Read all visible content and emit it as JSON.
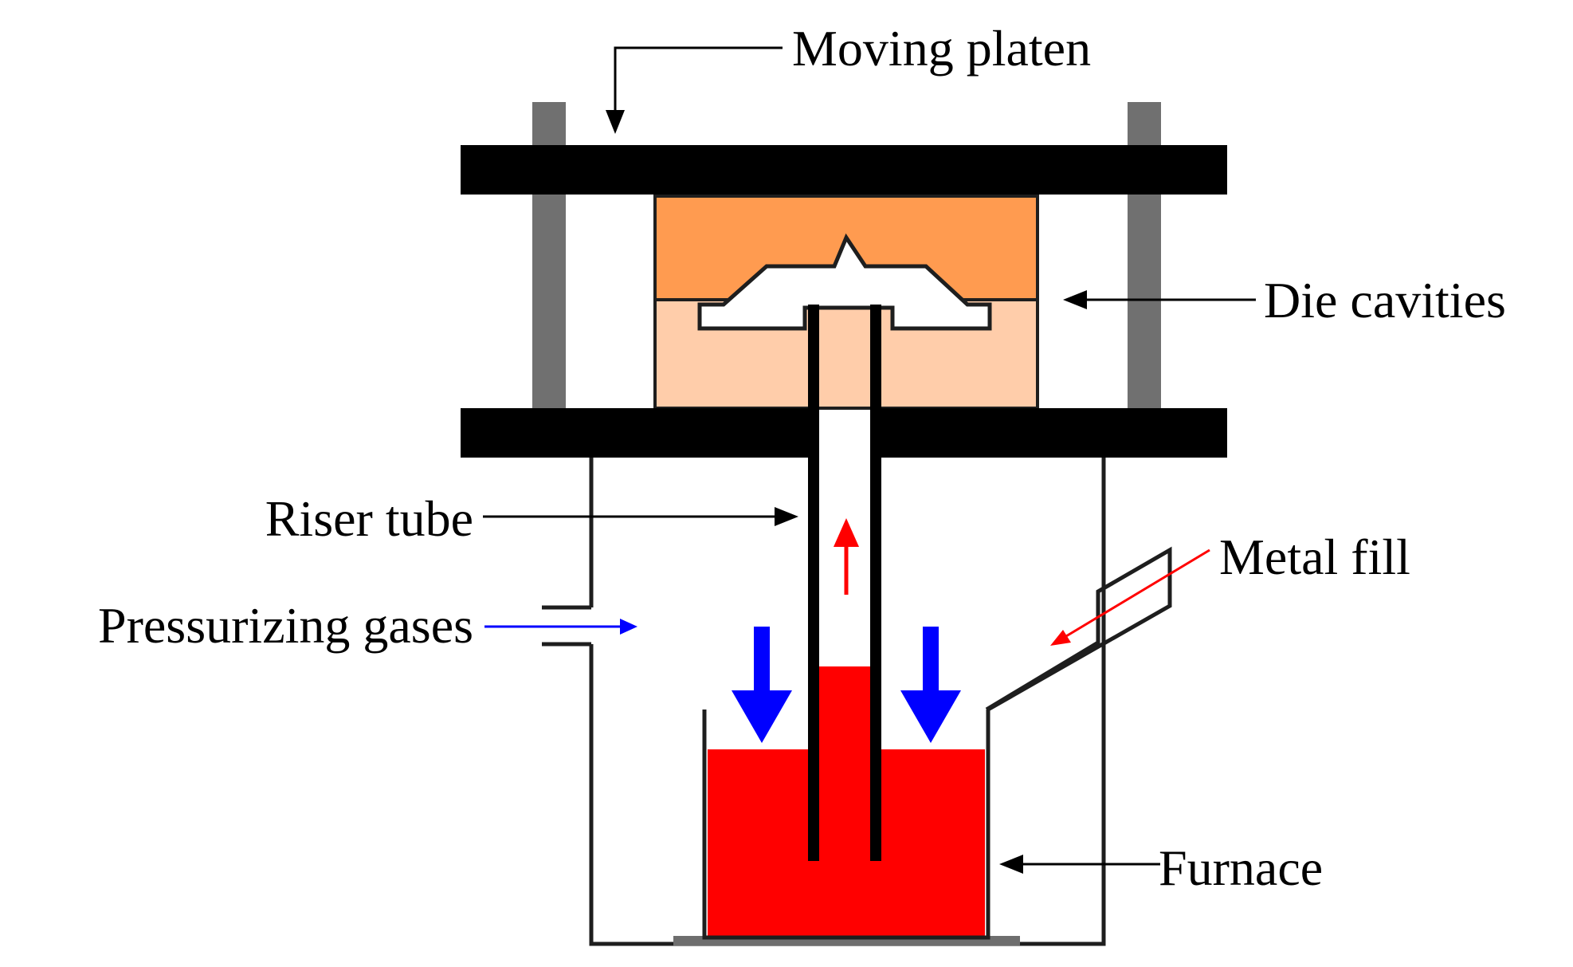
{
  "labels": {
    "moving_platen": "Moving platen",
    "die_cavities": "Die cavities",
    "riser_tube": "Riser tube",
    "pressurizing_gases": "Pressurizing gases",
    "metal_fill": "Metal fill",
    "furnace": "Furnace"
  },
  "colors": {
    "platen": "#000000",
    "tie_bar": "#707070",
    "die_upper": "#FF9B50",
    "die_lower": "#FFCDAA",
    "molten_metal": "#FF0000",
    "gas_arrow": "#0000FF",
    "metal_arrow": "#FF0000",
    "base": "#6E6E6E",
    "outline": "#1E1E1E"
  }
}
